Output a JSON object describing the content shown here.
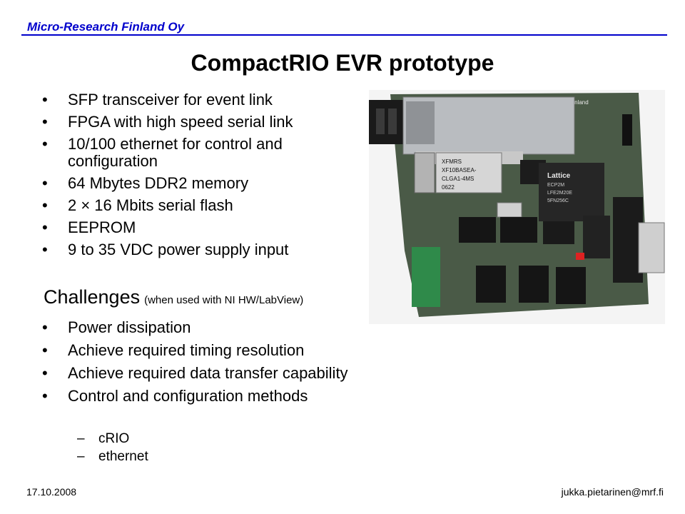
{
  "header": {
    "company": "Micro-Research Finland Oy",
    "title": "CompactRIO EVR prototype"
  },
  "features": [
    "SFP transceiver for event link",
    "FPGA with high speed serial link",
    "10/100 ethernet for control and configuration",
    "64 Mbytes DDR2 memory",
    "2 × 16 Mbits serial flash",
    "EEPROM",
    "9 to 35 VDC power supply input"
  ],
  "challenges": {
    "heading": "Challenges",
    "note": "(when used with NI HW/LabView)",
    "items": [
      "Power dissipation",
      "Achieve required timing resolution",
      "Achieve required data transfer capability",
      "Control and configuration methods"
    ],
    "sub_items": [
      "cRIO",
      "ethernet"
    ]
  },
  "photo": {
    "xfmr_label": [
      "XFMRS",
      "XF10BASEA-",
      "CLGA1-4MS",
      "0622"
    ],
    "fpga_label": [
      "Lattice",
      "ECP2M",
      "LFE2M20E",
      "5FN256C"
    ],
    "silk_text": "Research Finland"
  },
  "footer": {
    "date": "17.10.2008",
    "email": "jukka.pietarinen@mrf.fi"
  }
}
